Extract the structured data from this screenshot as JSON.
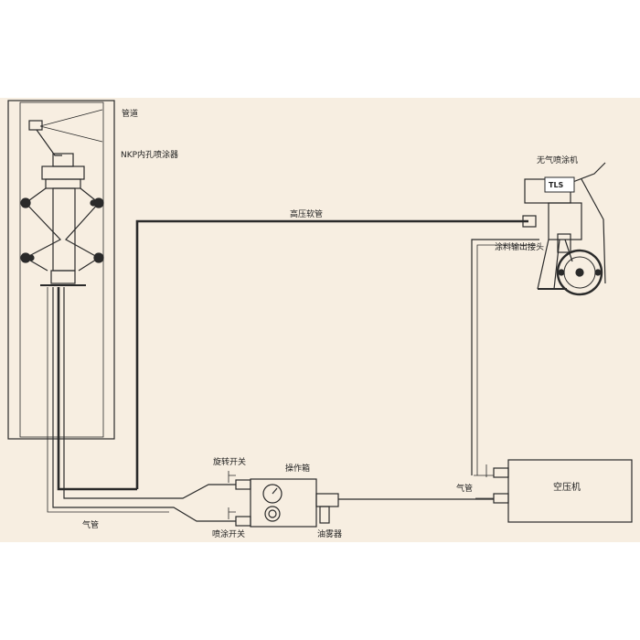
{
  "labels": {
    "pipeline": "管道",
    "sprayer": "NKP内孔喷涂器",
    "high_pressure_hose": "高压软管",
    "airless_sprayer": "无气喷涂机",
    "machine_badge": "TLS",
    "paint_outlet": "涂料输出接头",
    "rotation_switch": "旋转开关",
    "control_box": "操作箱",
    "spray_switch": "喷涂开关",
    "atomizer": "油雾器",
    "air_pipe_left": "气管",
    "air_pipe_right": "气管",
    "compressor": "空压机"
  },
  "colors": {
    "paper": "#f7eee1",
    "line": "#2a2a2a"
  }
}
